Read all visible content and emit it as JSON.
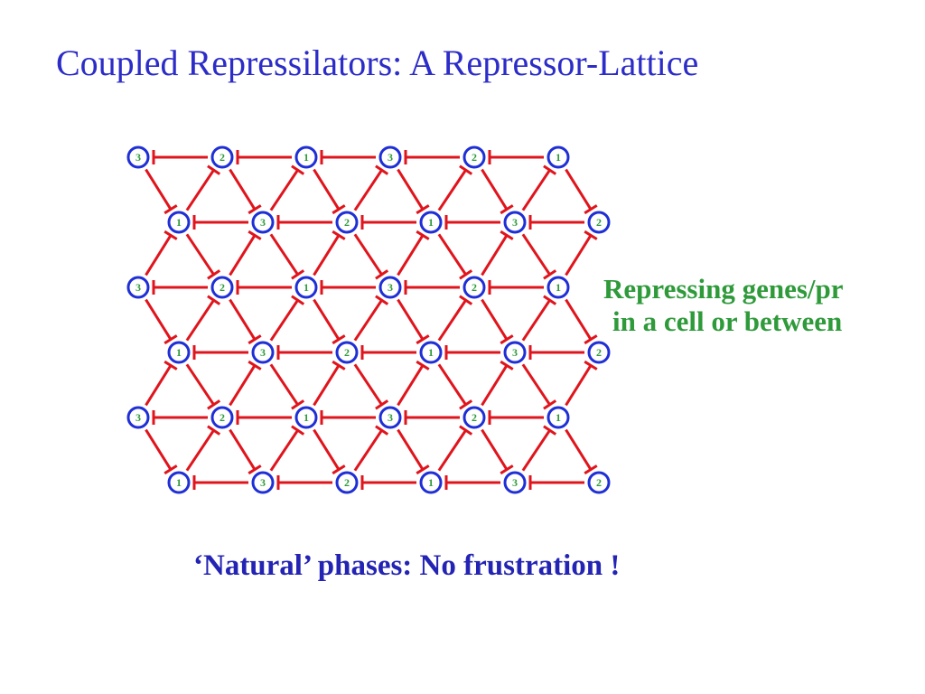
{
  "slide": {
    "title": "Coupled Repressilators: A Repressor-Lattice",
    "side_text_line1": "Repressing genes/pr",
    "side_text_line2": "in a cell or between",
    "caption": "‘Natural’ phases: No frustration !"
  },
  "lattice": {
    "node_rows": [
      [
        "3",
        "2",
        "1",
        "3",
        "2",
        "1"
      ],
      [
        "1",
        "3",
        "2",
        "1",
        "3",
        "2"
      ],
      [
        "3",
        "2",
        "1",
        "3",
        "2",
        "1"
      ],
      [
        "1",
        "3",
        "2",
        "1",
        "3",
        "2"
      ],
      [
        "3",
        "2",
        "1",
        "3",
        "2",
        "1"
      ],
      [
        "1",
        "3",
        "2",
        "1",
        "3",
        "2"
      ]
    ],
    "colors": {
      "node_stroke": "#1f2fd6",
      "node_label": "#2e9a3a",
      "repression": "#e0141c"
    }
  }
}
